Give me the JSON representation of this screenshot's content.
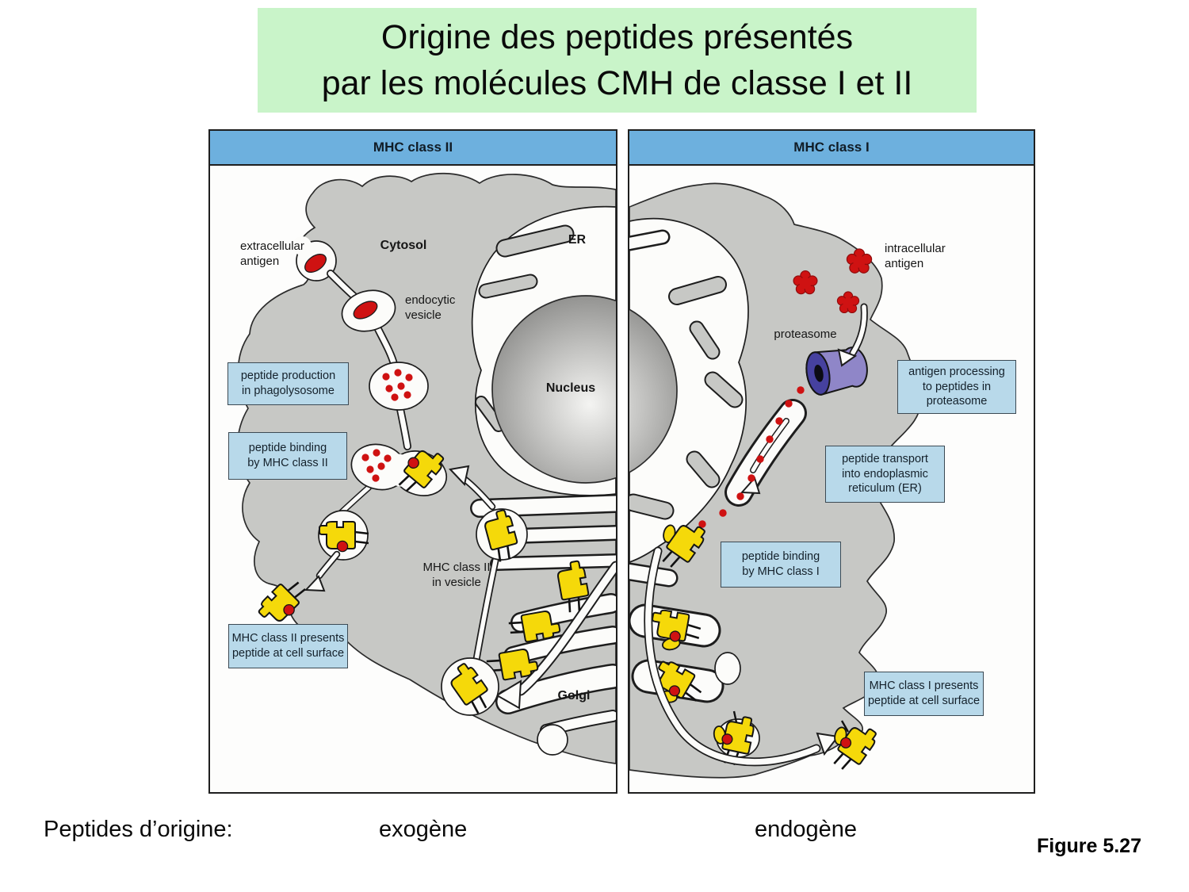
{
  "slide": {
    "title": "Origine des peptides présentés\npar les molécules CMH de classe I et II",
    "footer": {
      "origin_label": "Peptides d’origine:",
      "exogenous": "exogène",
      "endogenous": "endogène",
      "figure_ref": "Figure 5.27"
    }
  },
  "colors": {
    "title_bg": "#c9f4c9",
    "panel_header_bg": "#6db0de",
    "label_box_bg": "#b8d9ea",
    "label_box_border": "#3c4a54",
    "cell_gray": "#c7c8c5",
    "mhc_yellow": "#f5d90a",
    "antigen_red": "#cf1212",
    "proteasome_body": "#8f86c8",
    "proteasome_face": "#46419f"
  },
  "panels": {
    "class2": {
      "header": "MHC class II",
      "labels": {
        "extracellular_antigen": "extracellular\nantigen",
        "cytosol": "Cytosol",
        "endocytic_vesicle": "endocytic\nvesicle",
        "er": "ER",
        "nucleus": "Nucleus",
        "mhc_in_vesicle": "MHC class II\nin vesicle",
        "golgi": "Golgi"
      },
      "boxes": {
        "production": "peptide production\nin phagolysosome",
        "binding": "peptide binding\nby MHC class II",
        "presents": "MHC class II presents\npeptide at cell surface"
      }
    },
    "class1": {
      "header": "MHC class I",
      "labels": {
        "intracellular_antigen": "intracellular\nantigen",
        "proteasome": "proteasome"
      },
      "boxes": {
        "processing": "antigen processing\nto peptides in\nproteasome",
        "transport": "peptide transport\ninto endoplasmic\nreticulum (ER)",
        "binding": "peptide binding\nby MHC class I",
        "presents": "MHC class I presents\npeptide at cell surface"
      }
    }
  }
}
